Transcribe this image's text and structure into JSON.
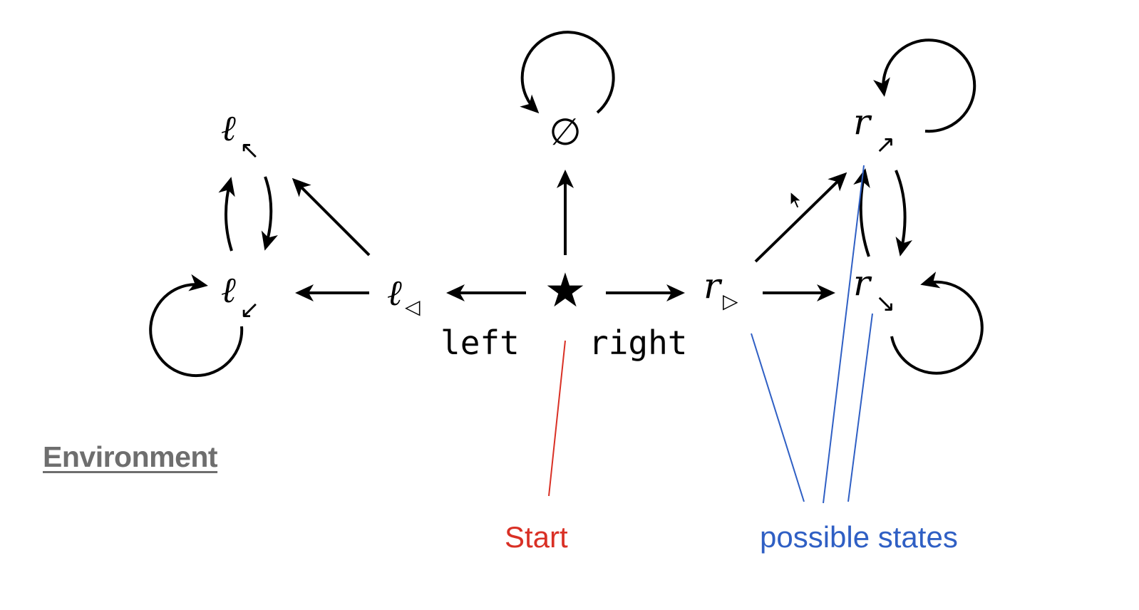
{
  "section_title": "Environment",
  "actions": {
    "left": "left",
    "right": "right"
  },
  "annotations": {
    "start": "Start",
    "possible_states": "possible states",
    "start_color": "#d93025",
    "possible_color": "#2f5fc4"
  },
  "nodes": {
    "start": "★",
    "empty": "∅",
    "l_tri_base": "ℓ",
    "l_tri_sub": "◁",
    "l_upleft_base": "ℓ",
    "l_upleft_sub": "↖",
    "l_downleft_base": "ℓ",
    "l_downleft_sub": "↙",
    "r_tri_base": "r",
    "r_tri_sub": "▷",
    "r_upright_base": "r",
    "r_upright_sub": "↗",
    "r_downright_base": "r",
    "r_downright_sub": "↘"
  }
}
